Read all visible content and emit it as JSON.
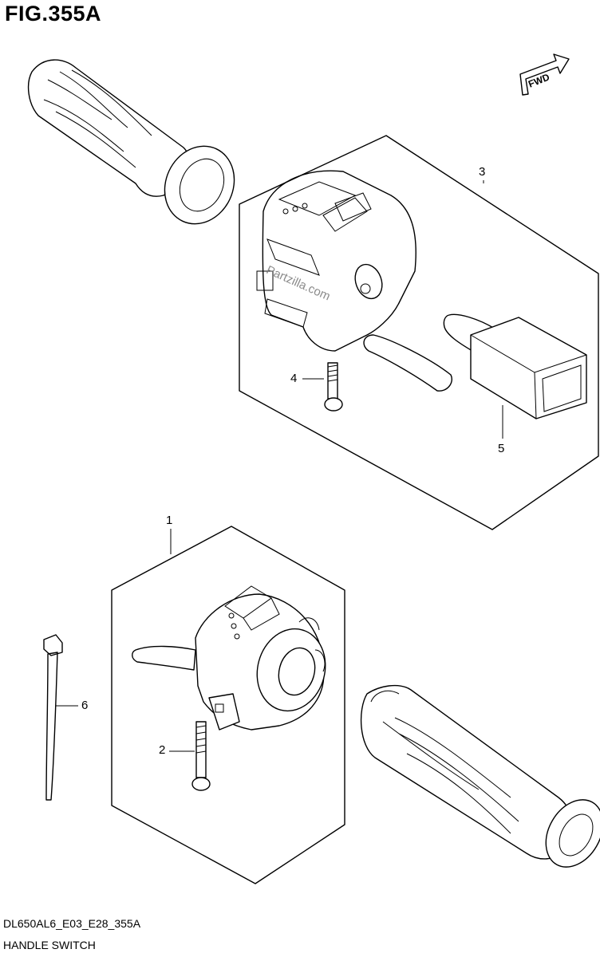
{
  "figure": {
    "title": "FIG.355A",
    "direction_label": "FWD",
    "watermark": "Partzilla.com",
    "model_code": "DL650AL6_E03_E28_355A",
    "assembly_name": "HANDLE SWITCH"
  },
  "callouts": [
    {
      "id": "1",
      "label": "1"
    },
    {
      "id": "2",
      "label": "2"
    },
    {
      "id": "3",
      "label": "3"
    },
    {
      "id": "4",
      "label": "4"
    },
    {
      "id": "5",
      "label": "5"
    },
    {
      "id": "6",
      "label": "6"
    }
  ],
  "icons": {
    "direction": "fwd-arrow-icon",
    "parts": [
      "grip-left-icon",
      "switch-right-icon",
      "screw-icon",
      "boot-cover-icon",
      "switch-left-icon",
      "screw-icon",
      "cable-tie-icon",
      "grip-right-icon"
    ]
  }
}
